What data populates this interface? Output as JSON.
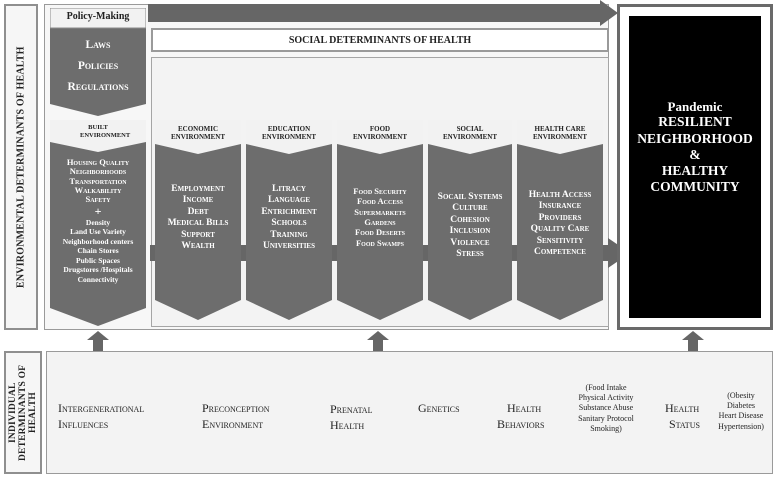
{
  "env_label": "ENVIRONMENTAL DETERMINANTS OF HEALTH",
  "indiv_label": "INDIVIDUAL DETERMINANTS OF HEALTH",
  "policy": {
    "title": "Policy-Making",
    "items": [
      "Laws",
      "Policies",
      "Regulations"
    ]
  },
  "sdoh_label": "SOCIAL DETERMINANTS OF HEALTH",
  "built": {
    "header": "BUILT ENVIRONMENT",
    "items_caps": [
      "Housing Quality",
      "Neighborhoods",
      "Transportation",
      "Walkability",
      "Safety"
    ],
    "plus": "+",
    "items_bold": [
      "Density",
      "Land Use Variety",
      "Neighborhood centers",
      "Chain Stores",
      "Public Spaces",
      "Drugstores /Hospitals",
      "Connectivity"
    ]
  },
  "columns": [
    {
      "header": "ECONOMIC ENVIRONMENT",
      "items": [
        "Employment",
        "Income",
        "Debt",
        "Medical Bills",
        "Support",
        "Wealth"
      ]
    },
    {
      "header": "EDUCATION ENVIRONMENT",
      "items": [
        "Litracy",
        "Language",
        "Entrichment",
        "Schools",
        "Training",
        "Universities"
      ]
    },
    {
      "header": "FOOD ENVIRONMENT",
      "items": [
        "Food Security",
        "Food Access",
        "Supermarkets",
        "Gardens",
        "Food Deserts",
        "Food Swamps"
      ]
    },
    {
      "header": "SOCIAL ENVIRONMENT",
      "items": [
        "Socail Systems",
        "Culture",
        "Cohesion",
        "Inclusion",
        "Violence",
        "Stress"
      ]
    },
    {
      "header": "HEALTH CARE ENVIRONMENT",
      "items": [
        "Health Access",
        "Insurance",
        "Providers",
        "Quality Care",
        "Sensitivity",
        "Competence"
      ]
    }
  ],
  "outcome": {
    "line1": "Pandemic",
    "line2": "RESILIENT",
    "line3": "NEIGHBORHOOD",
    "line4": "&",
    "line5": "HEALTHY",
    "line6": "COMMUNITY"
  },
  "individual": {
    "intergen_1": "Intergenerational",
    "intergen_2": "Influences",
    "precon_1": "Preconception",
    "precon_2": "Environment",
    "prenatal_1": "Prenatal",
    "prenatal_2": "Health",
    "genetics": "Genetics",
    "behaviors_1": "Health",
    "behaviors_2": "Behaviors",
    "behaviors_list": [
      "(Food Intake",
      "Physical Activity",
      "Substance Abuse",
      "Sanitary Protocol",
      "Smoking)"
    ],
    "status_1": "Health",
    "status_2": "Status",
    "status_list": [
      "(Obesity",
      "Diabetes",
      "Heart Disease",
      "Hypertension)"
    ]
  },
  "colors": {
    "chevron": "#6d6d6d",
    "arrow": "#666666",
    "outcome_bg": "#000000",
    "panel_bg": "#f3f3f3"
  }
}
